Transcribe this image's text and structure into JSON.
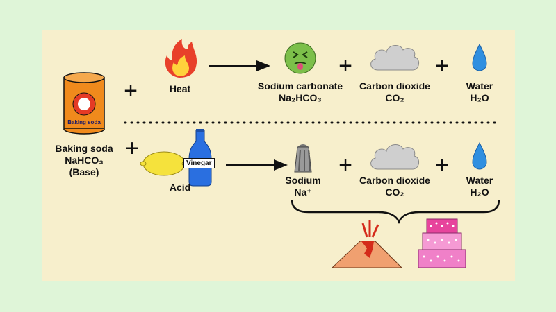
{
  "colors": {
    "background": "#dff5d8",
    "panel": "#f7efcc",
    "can_orange": "#f08a1c",
    "flame_red": "#e8402a",
    "flame_yellow": "#ffd23c",
    "face_green": "#7cbf4a",
    "cloud_gray": "#cfcfcf",
    "water_blue": "#2f8fe0",
    "lemon_yellow": "#f5e23c",
    "bottle_blue": "#2a6fe0",
    "volcano_orange": "#f0a070",
    "cake_pink": "#f080c8"
  },
  "icons": {
    "can": "baking-soda-can-icon",
    "fire": "fire-icon",
    "face": "sick-face-icon",
    "cloud": "cloud-icon",
    "drop": "water-drop-icon",
    "lemon": "lemon-icon",
    "bottle": "vinegar-bottle-icon",
    "shaker": "salt-shaker-icon",
    "volcano": "volcano-icon",
    "cake": "cake-icon"
  },
  "can_label": "Baking soda",
  "base": {
    "line1": "Baking soda",
    "line2": "NaHCO₃",
    "line3": "(Base)"
  },
  "heat_reaction": {
    "heat": "Heat",
    "product1": {
      "line1": "Sodium carbonate",
      "line2": "Na₂HCO₃"
    },
    "product2": {
      "line1": "Carbon dioxide",
      "line2": "CO₂"
    },
    "product3": {
      "line1": "Water",
      "line2": "H₂O"
    }
  },
  "acid_reaction": {
    "vinegar": "Vinegar",
    "acid": "Acid",
    "product1": {
      "line1": "Sodium",
      "line2": "Na⁺"
    },
    "product2": {
      "line1": "Carbon dioxide",
      "line2": "CO₂"
    },
    "product3": {
      "line1": "Water",
      "line2": "H₂O"
    }
  },
  "plus_sign": "+"
}
